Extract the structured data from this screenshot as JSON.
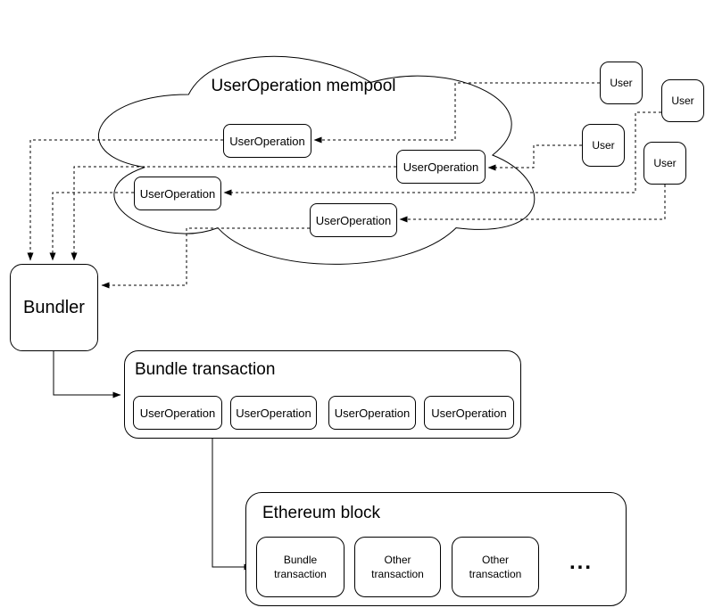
{
  "colors": {
    "stroke": "#000000",
    "background": "#ffffff"
  },
  "cloud": {
    "title": "UserOperation mempool"
  },
  "mempool_operations": [
    {
      "label": "UserOperation"
    },
    {
      "label": "UserOperation"
    },
    {
      "label": "UserOperation"
    },
    {
      "label": "UserOperation"
    }
  ],
  "users": [
    {
      "label": "User"
    },
    {
      "label": "User"
    },
    {
      "label": "User"
    },
    {
      "label": "User"
    }
  ],
  "bundler": {
    "label": "Bundler"
  },
  "bundle_transaction": {
    "title": "Bundle transaction",
    "operations": [
      {
        "label": "UserOperation"
      },
      {
        "label": "UserOperation"
      },
      {
        "label": "UserOperation"
      },
      {
        "label": "UserOperation"
      }
    ]
  },
  "ethereum_block": {
    "title": "Ethereum block",
    "transactions": [
      {
        "label": "Bundle transaction"
      },
      {
        "label": "Other transaction"
      },
      {
        "label": "Other transaction"
      }
    ],
    "ellipsis": "..."
  }
}
